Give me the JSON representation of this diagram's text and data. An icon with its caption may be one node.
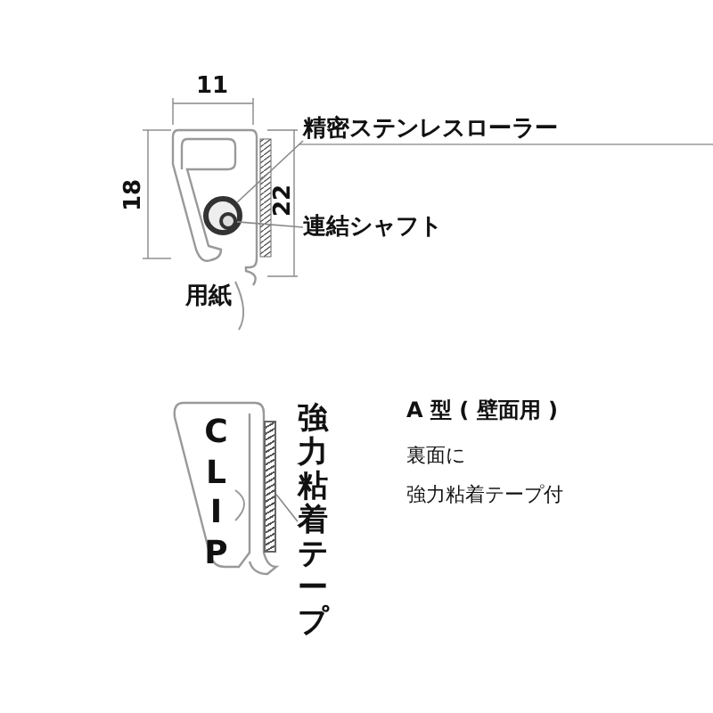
{
  "diagram": {
    "nodes": [
      {
        "text": [
          "精密ステンレスローラー"
        ]
      },
      {
        "text": [],
        "shape": "circle"
      },
      {
        "text": [],
        "shape": "circle",
        "in": 1
      },
      {
        "text": [
          "連結シャフト"
        ]
      },
      {
        "text": [
          "強力粘着テープ"
        ]
      },
      {
        "text": [],
        "shape": "bar"
      }
    ],
    "edges": [
      {
        "from": 0,
        "to": 1,
        "arrow": "none"
      },
      {
        "from": 3,
        "to": 2,
        "arrow": "none"
      },
      {
        "from": 4,
        "to": 5,
        "arrow": "none"
      }
    ],
    "labels": [
      "11",
      "18",
      "22",
      "用紙",
      "CLIP",
      "A 型 ( 壁面用 )",
      "裏面に",
      "強力粘着テープ付"
    ]
  }
}
